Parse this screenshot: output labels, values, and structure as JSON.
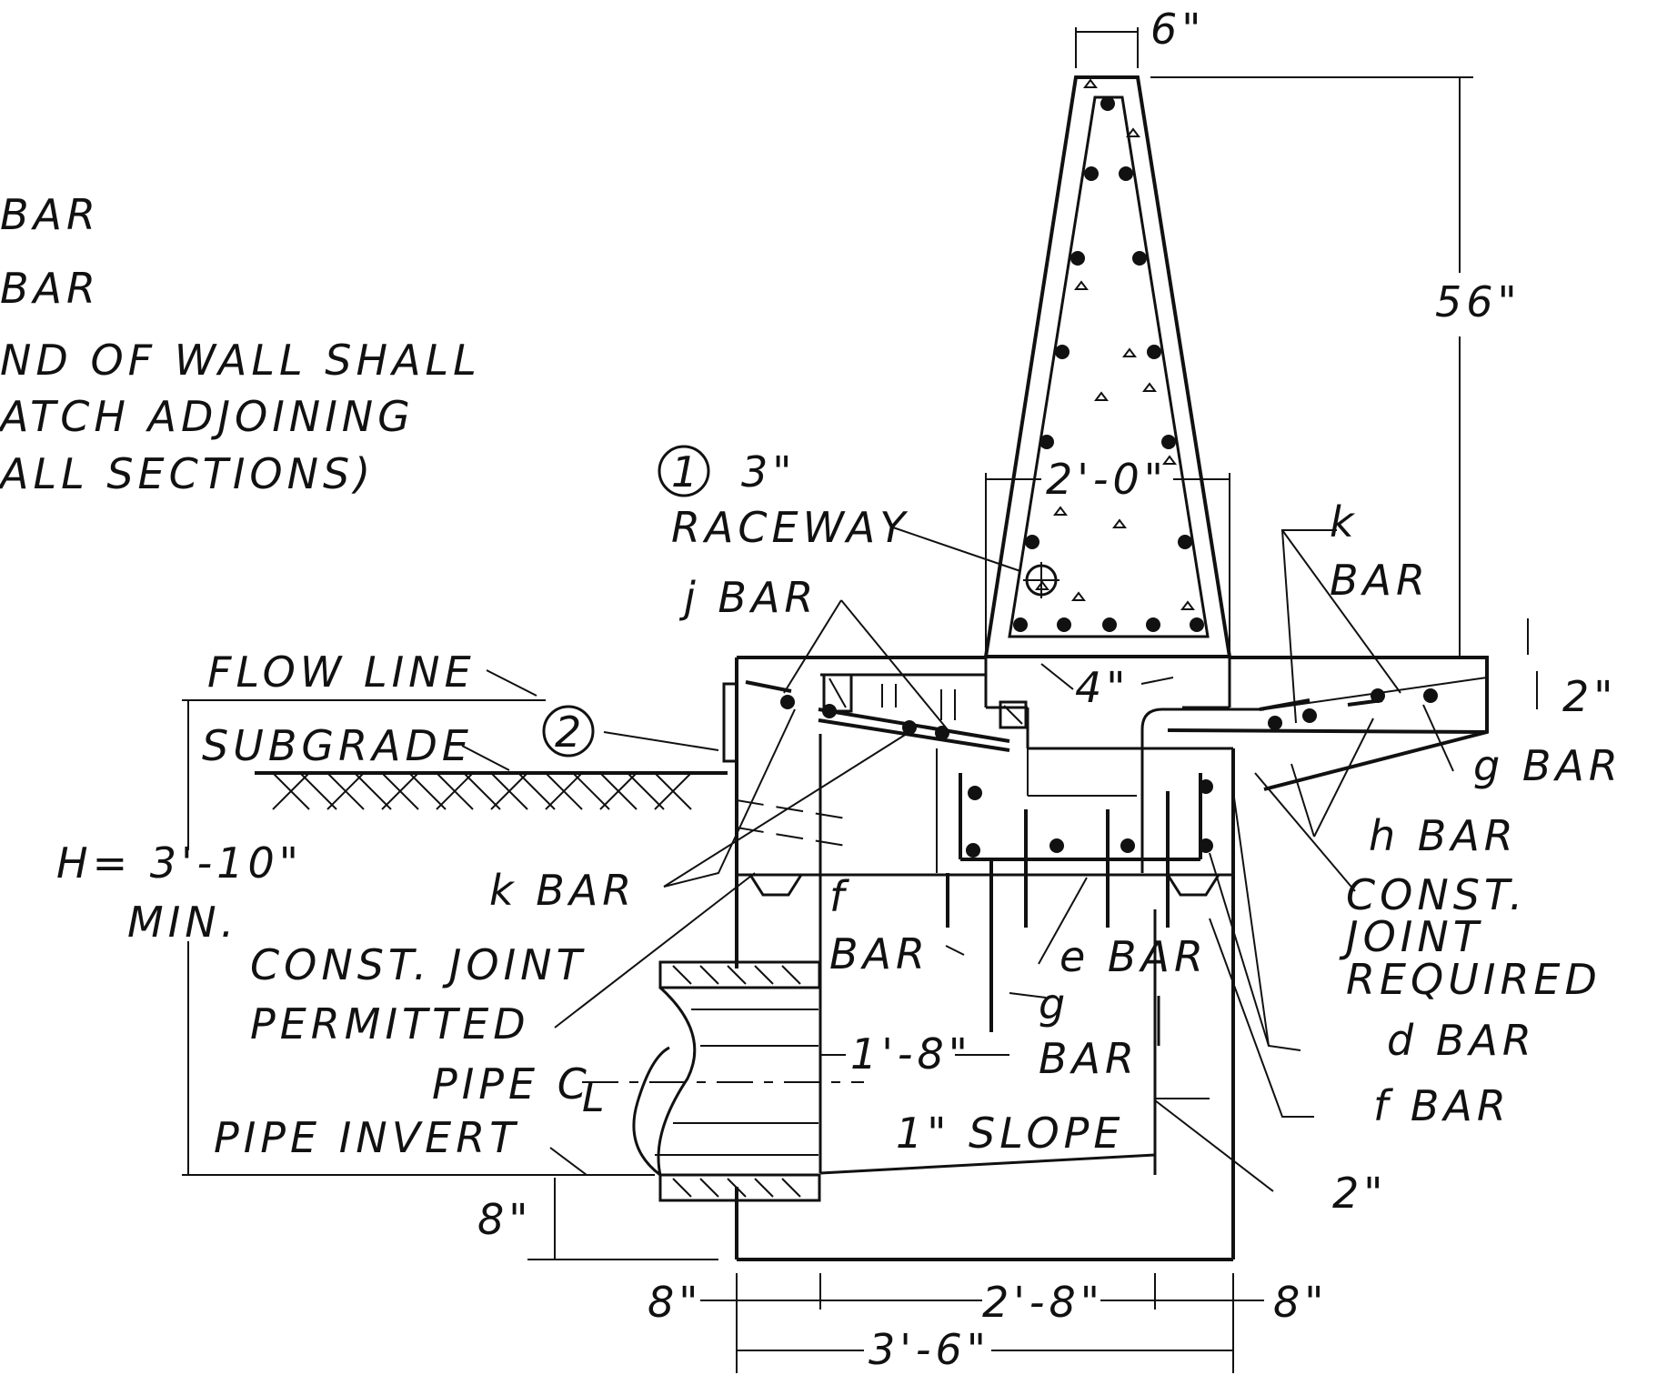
{
  "notes": {
    "line1": "BAR",
    "line2": "BAR",
    "line3": "ND OF WALL SHALL",
    "line4": "ATCH ADJOINING",
    "line5": "ALL SECTIONS)"
  },
  "callouts": {
    "circle1": "1",
    "circle2": "2",
    "raceway_size": "3\"",
    "raceway": "RACEWAY",
    "j_bar": "j BAR",
    "flow_line": "FLOW LINE",
    "subgrade": "SUBGRADE",
    "k_bar_left": "k BAR",
    "k_bar_right_1": "k",
    "k_bar_right_2": "BAR",
    "g_bar_right": "g BAR",
    "h_bar": "h BAR",
    "const_joint_req_1": "CONST.",
    "const_joint_req_2": "JOINT",
    "const_joint_req_3": "REQUIRED",
    "d_bar": "d BAR",
    "f_bar_right": "f BAR",
    "f_bar_left_1": "f",
    "f_bar_left_2": "BAR",
    "e_bar": "e BAR",
    "g_bar_mid_1": "g",
    "g_bar_mid_2": "BAR",
    "const_joint_perm_1": "CONST. JOINT",
    "const_joint_perm_2": "PERMITTED",
    "pipe_cl": "PIPE C",
    "pipe_cl_sub": "L",
    "pipe_invert": "PIPE INVERT",
    "slope": "1\" SLOPE",
    "height_1": "H= 3'-10\"",
    "height_2": "MIN."
  },
  "dimensions": {
    "top_width": "6\"",
    "wall_height": "56\"",
    "base_width": "2'-0\"",
    "offset_4": "4\"",
    "slab_2": "2\"",
    "cover_2": "2\"",
    "inner_1_8": "1'-8\"",
    "bottom_8": "8\"",
    "left_8": "8\"",
    "mid_2_8": "2'-8\"",
    "right_8": "8\"",
    "total_3_6": "3'-6\""
  }
}
